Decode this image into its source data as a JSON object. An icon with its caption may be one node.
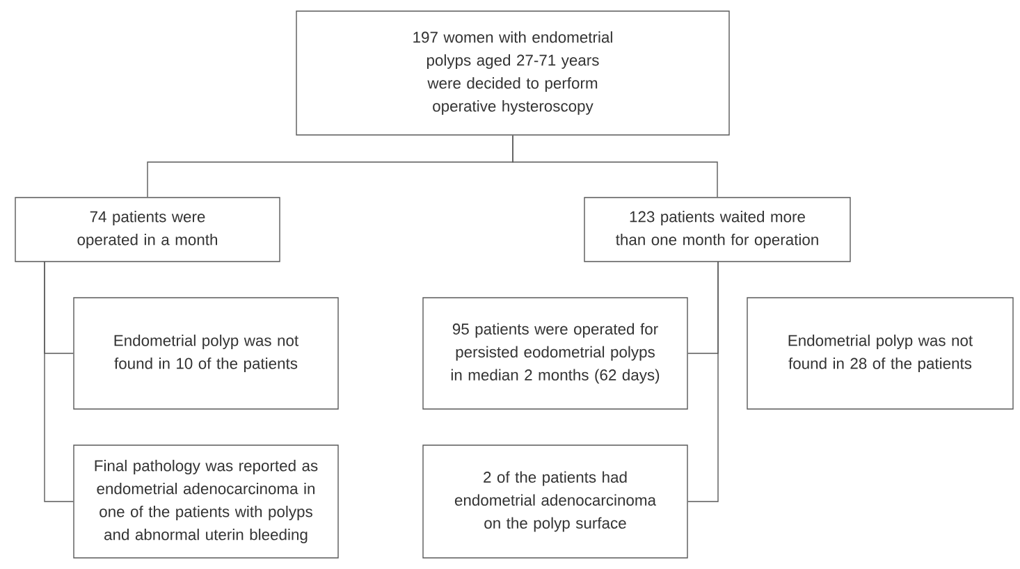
{
  "diagram": {
    "nodes": [
      {
        "text": [
          "197 women with endometrial polyps aged 27-71 years were decided to perform operative hysteroscopy"
        ]
      },
      {
        "text": [
          "74 patients were operated in a month"
        ]
      },
      {
        "text": [
          "123 patients waited more than one month for operation"
        ]
      },
      {
        "text": [
          "Endometrial polyp was not found in 10 of the patients"
        ]
      },
      {
        "text": [
          "Final pathology was reported as endometrial adenocarcinoma in one of the patients with polyps and abnormal uterin bleeding"
        ]
      },
      {
        "text": [
          "95 patients were operated for persisted eodometrial polyps in median 2 months (62 days)"
        ]
      },
      {
        "text": [
          "2 of the patients had endometrial adenocarcinoma on the polyp surface"
        ]
      },
      {
        "text": [
          "Endometrial polyp was not found in 28 of the patients"
        ]
      }
    ],
    "edges": [
      {
        "from": 0,
        "to": 1,
        "arrow": "none"
      },
      {
        "from": 0,
        "to": 2,
        "arrow": "none"
      },
      {
        "from": 1,
        "to": 3,
        "arrow": "none"
      },
      {
        "from": 1,
        "to": 4,
        "arrow": "none"
      },
      {
        "from": 2,
        "to": 5,
        "arrow": "none"
      },
      {
        "from": 2,
        "to": 6,
        "arrow": "none"
      }
    ]
  }
}
